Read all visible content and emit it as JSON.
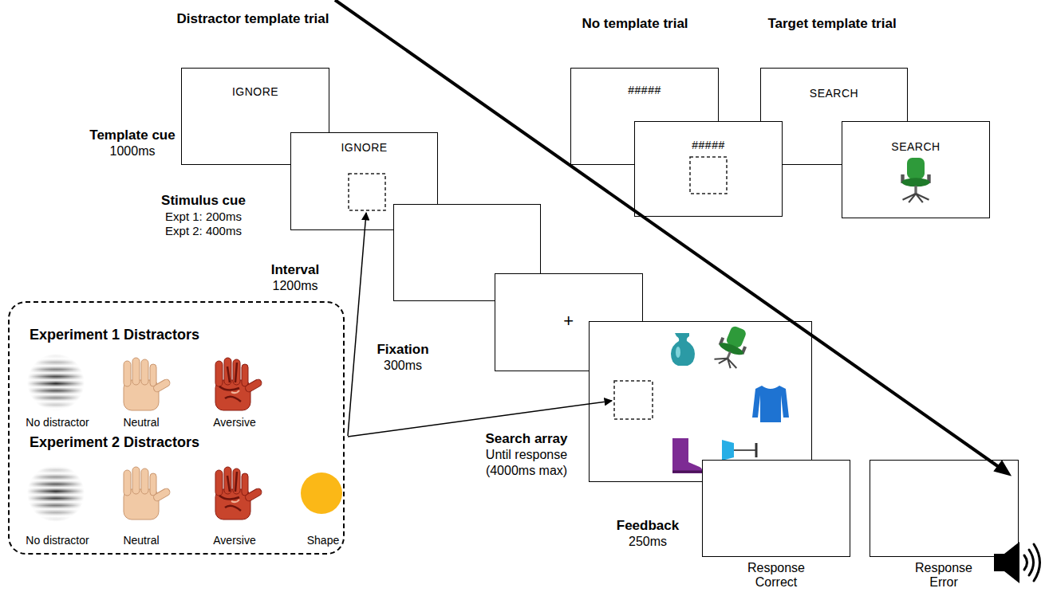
{
  "diagram": {
    "nodes": [
      {
        "text": [
          "IGNORE"
        ]
      },
      {
        "text": [
          "IGNORE"
        ]
      },
      {
        "text": [
          "+"
        ]
      },
      {
        "text": [
          "#####"
        ]
      },
      {
        "text": [
          "#####"
        ]
      },
      {
        "text": [
          "SEARCH"
        ]
      },
      {
        "text": [
          "SEARCH"
        ]
      },
      {
        "text": [
          "Experiment 1 Distractors",
          "No distractor",
          "Neutral",
          "Aversive",
          "Experiment 2 Distractors",
          "No distractor",
          "Neutral",
          "Aversive",
          "Shape"
        ]
      }
    ],
    "labels": [
      "Distractor template trial",
      "No template trial",
      "Target template trial",
      "Template cue",
      "1000ms",
      "Stimulus cue",
      "Expt 1: 200ms",
      "Expt 2: 400ms",
      "Interval",
      "1200ms",
      "Fixation",
      "300ms",
      "Search array",
      "Until response",
      "(4000ms max)",
      "Feedback",
      "250ms",
      "Response Correct",
      "Response Error"
    ]
  }
}
